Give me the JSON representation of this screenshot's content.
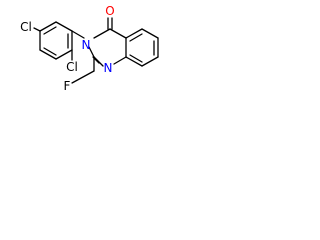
{
  "structure": {
    "atoms": {
      "cl_top": {
        "text": "Cl",
        "color": "#000000"
      },
      "cl_mid": {
        "text": "Cl",
        "color": "#000000"
      },
      "n3": {
        "text": "N",
        "color": "#0000ff"
      },
      "n1": {
        "text": "N",
        "color": "#0000ff"
      },
      "o": {
        "text": "O",
        "color": "#ff0000"
      },
      "f": {
        "text": "F",
        "color": "#000000"
      }
    }
  }
}
